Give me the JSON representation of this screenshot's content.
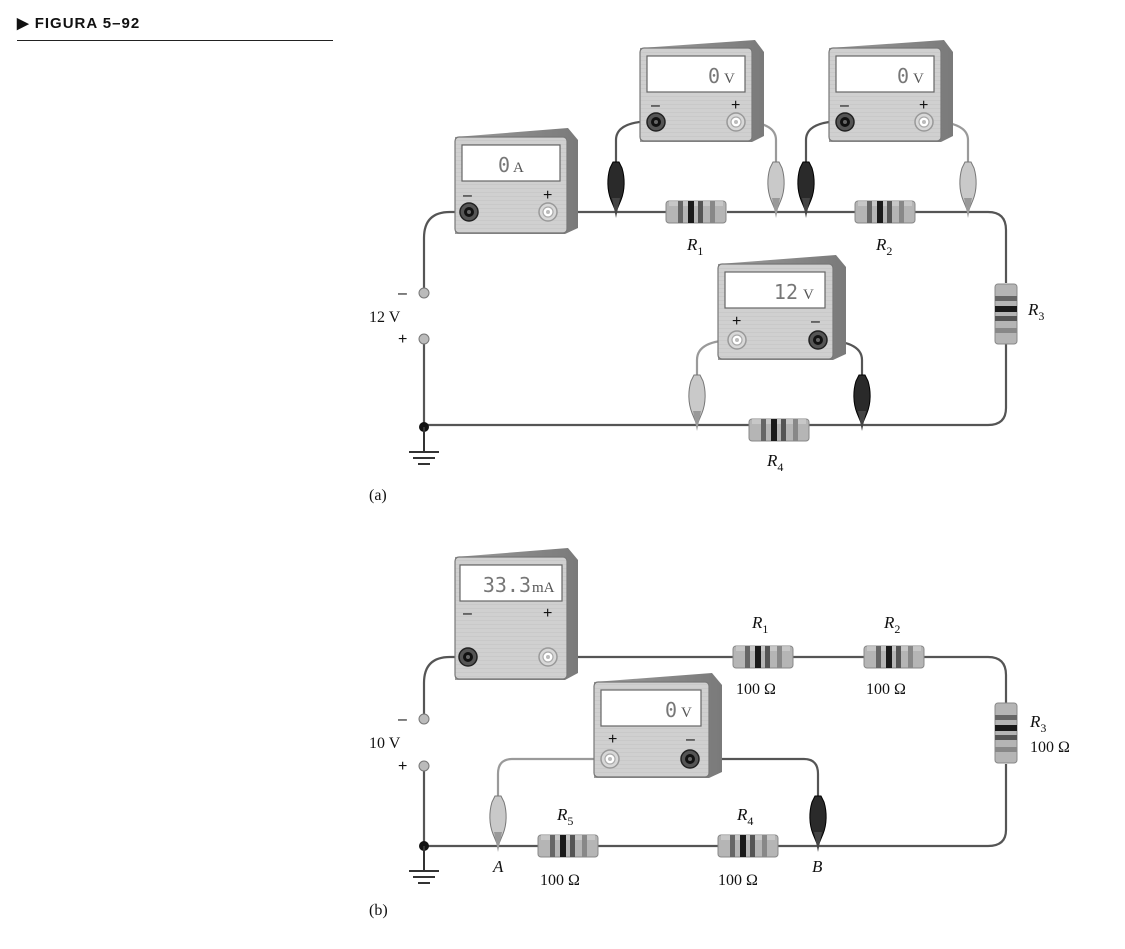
{
  "figure": {
    "title": "▶ FIGURA 5–92"
  },
  "panel_a": {
    "label": "(a)",
    "source": {
      "minus": "–",
      "value": "12 V",
      "plus": "+"
    },
    "meters": {
      "ammeter": {
        "digits": "0",
        "unit": "A"
      },
      "v_r1": {
        "digits": "0",
        "unit": "V"
      },
      "v_r2": {
        "digits": "0",
        "unit": "V"
      },
      "v_r4": {
        "digits": "12",
        "unit": "V"
      }
    },
    "resistors": {
      "r1": "R",
      "r2": "R",
      "r3": "R",
      "r4": "R"
    },
    "subs": {
      "r1": "1",
      "r2": "2",
      "r3": "3",
      "r4": "4"
    }
  },
  "panel_b": {
    "label": "(b)",
    "source": {
      "minus": "–",
      "value": "10 V",
      "plus": "+"
    },
    "meters": {
      "ammeter": {
        "digits": "33.3",
        "unit": "mA"
      },
      "voltmeter": {
        "digits": "0",
        "unit": "V"
      }
    },
    "resistors": {
      "r1": "R",
      "r2": "R",
      "r3": "R",
      "r4": "R",
      "r5": "R"
    },
    "subs": {
      "r1": "1",
      "r2": "2",
      "r3": "3",
      "r4": "4",
      "r5": "5"
    },
    "values": {
      "r1": "100 Ω",
      "r2": "100 Ω",
      "r3": "100 Ω",
      "r4": "100 Ω",
      "r5": "100 Ω"
    },
    "nodes": {
      "a": "A",
      "b": "B"
    }
  },
  "meter_terminals": {
    "minus": "–",
    "plus": "+"
  }
}
